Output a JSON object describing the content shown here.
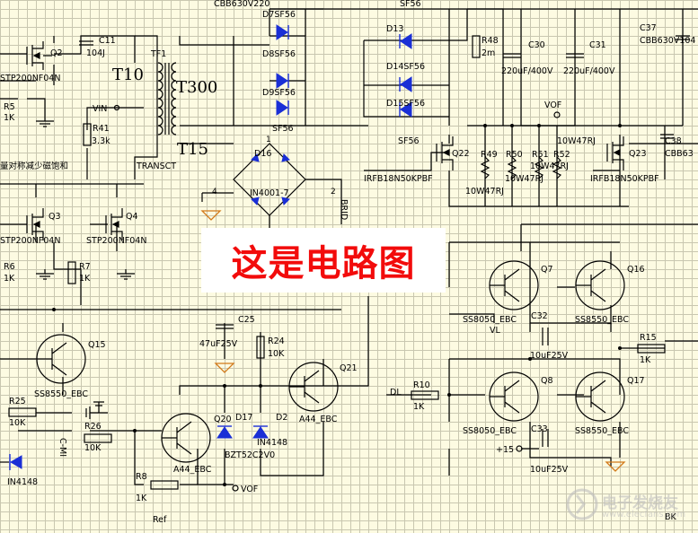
{
  "labels": {
    "top_cap": "CBB630V220",
    "q2": "Q2",
    "q2_part": "STP200NF04N",
    "c11": "C11",
    "c11_val": "104J",
    "tf1": "TF1",
    "t10": "T10",
    "t300": "T300",
    "t15": "T15",
    "vin": "VIN",
    "r41": "R41",
    "r41_val": "3.3k",
    "transct": "TRANSCT",
    "r5": "R5",
    "r5_val": "1K",
    "note_cn": "量对称减少磁饱和",
    "q3": "Q3",
    "q3_part": "STP200NF04N",
    "q4": "Q4",
    "q4_part": "STP200NF04N",
    "r6": "R6",
    "r6_val": "1K",
    "r7": "R7",
    "r7_val": "1K",
    "d7": "D7SF56",
    "d8": "D8SF56",
    "d9": "D9SF56",
    "sf56_a": "SF56",
    "sf56_top": "SF56",
    "d13": "D13",
    "d14": "D14SF56",
    "d15": "D15SF56",
    "sf56_b": "SF56",
    "r48": "R48",
    "r48_val": "2m",
    "c30": "C30",
    "c30_val": "220uF/400V",
    "c31": "C31",
    "c31_val": "220uF/400V",
    "c37": "C37",
    "c37_val": "CBB630V104",
    "vof": "VOF",
    "r_10w": "10W47RJ",
    "c38": "C38",
    "c38_val": "CBB63",
    "q22": "Q22",
    "q22_part": "IRFB18N50KPBF",
    "q23": "Q23",
    "q23_part": "IRFB18N50KPBF",
    "r49": "R49",
    "r50": "R50",
    "r51": "R51",
    "r52": "R52",
    "r49_val": "10W47RJ",
    "r50_val": "10W47RJ",
    "r52_val": "10W47RJ",
    "d16": "D16",
    "d16_part": "IN4001-7",
    "pin1": "1",
    "pin2": "2",
    "pin4": "4",
    "brid": "BRID",
    "c25": "C25",
    "c25_val": "47uF25V",
    "r24": "R24",
    "r24_val": "10K",
    "q21": "Q21",
    "q21_part": "A44_EBC",
    "q15": "Q15",
    "q15_part": "SS8550_EBC",
    "r25": "R25",
    "r25_val": "10K",
    "r26": "R26",
    "r26_val": "10K",
    "cmi": "C-MI",
    "in4148_l": "IN4148",
    "q20": "Q20",
    "q20_part": "A44_EBC",
    "d17": "D17",
    "d2": "D2",
    "d17_part": "BZT52C2V0",
    "d2_part": "IN4148",
    "r8": "R8",
    "r8_val": "1K",
    "vof2": "VOF",
    "ref": "Ref",
    "q7": "Q7",
    "q7_part": "SS8050_EBC",
    "q16": "Q16",
    "q16_part": "SS8550_EBC",
    "c32": "C32",
    "vl": "VL",
    "c32_val": "10uF25V",
    "r15": "R15",
    "r15_val": "1K",
    "dl": "DL",
    "r10": "R10",
    "r10_val": "1K",
    "q8": "Q8",
    "q8_part": "SS8050_EBC",
    "q17": "Q17",
    "q17_part": "SS8550_EBC",
    "c33": "C33",
    "v15": "+15",
    "c33_val": "10uF25V",
    "bk": "BK"
  },
  "overlay_title": "这是电路图",
  "watermark": {
    "main": "电子发烧友",
    "sub": "www.elecfans.com"
  },
  "colors": {
    "background": "#fdfbe2",
    "grid": "#c9c7b0",
    "wire": "#000000",
    "component_blue": "#1a2fd6",
    "overlay_text": "#f20b0b"
  }
}
